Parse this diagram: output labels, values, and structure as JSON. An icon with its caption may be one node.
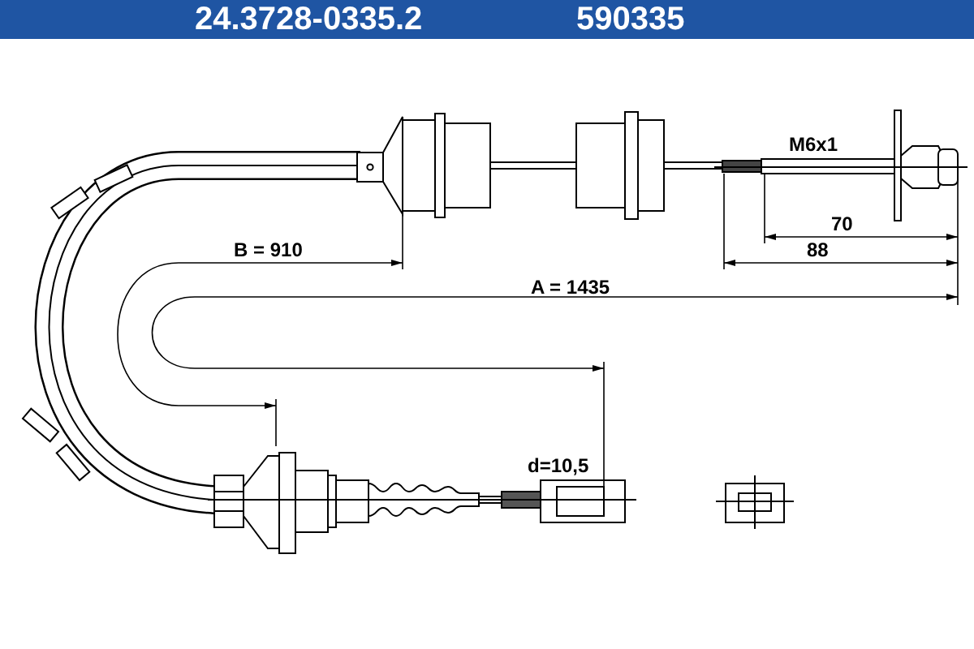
{
  "diagram": {
    "labels": [
      "24.3728-0335.2",
      "590335",
      "M6x1",
      "70",
      "88",
      "B = 910",
      "A = 1435",
      "d=10,5"
    ]
  }
}
